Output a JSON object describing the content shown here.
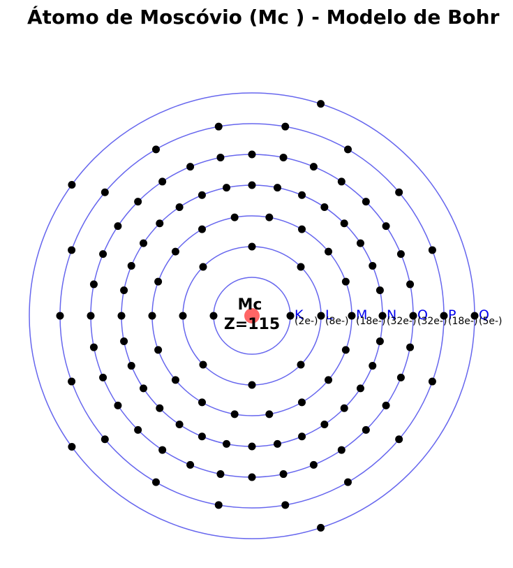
{
  "title": "Átomo de Moscóvio  (Mc ) - Modelo de Bohr",
  "nucleus": {
    "symbol": "Mc",
    "atomic_number_label": "Z=115",
    "color": "#ff6666"
  },
  "orbit_color": "#6666ee",
  "electron_color": "#000000",
  "label_color": "#0000ee",
  "shells": [
    {
      "letter": "K",
      "count_label": "(2e-)",
      "electrons": 2
    },
    {
      "letter": "L",
      "count_label": "(8e-)",
      "electrons": 8
    },
    {
      "letter": "M",
      "count_label": "(18e-)",
      "electrons": 18
    },
    {
      "letter": "N",
      "count_label": "(32e-)",
      "electrons": 32
    },
    {
      "letter": "O",
      "count_label": "(32e-)",
      "electrons": 32
    },
    {
      "letter": "P",
      "count_label": "(18e-)",
      "electrons": 18
    },
    {
      "letter": "Q",
      "count_label": "(5e-)",
      "electrons": 5
    }
  ]
}
